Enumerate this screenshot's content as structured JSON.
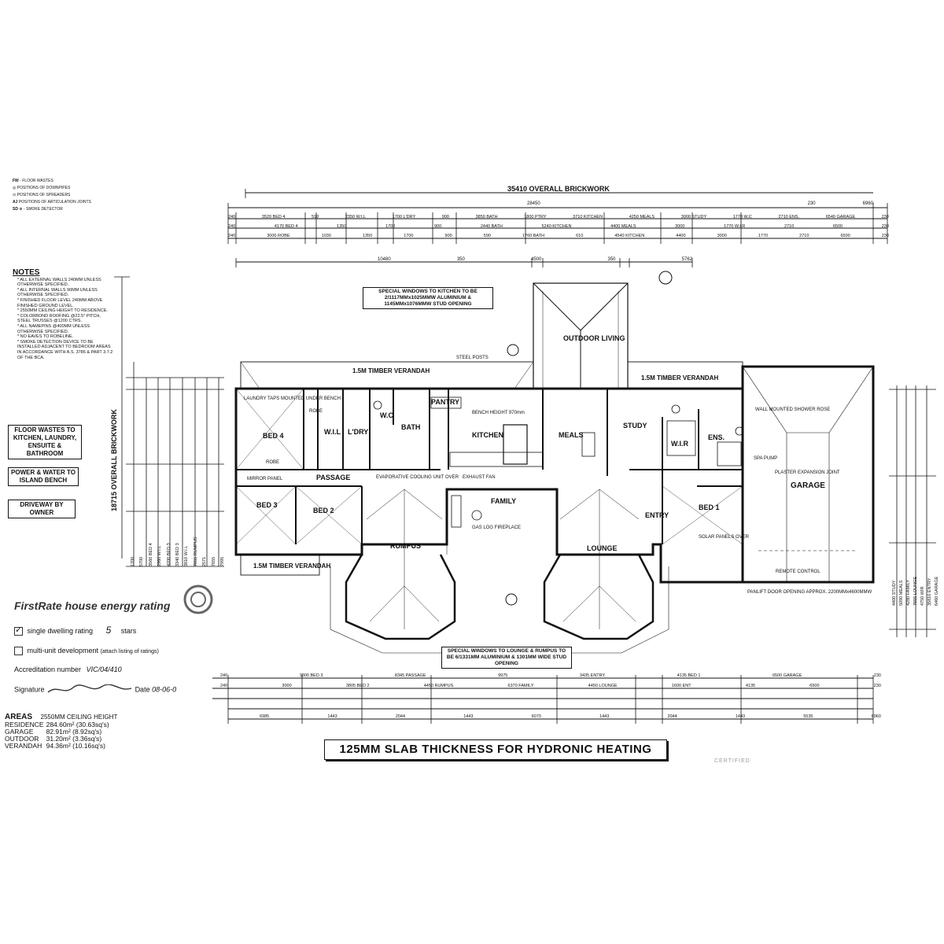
{
  "title": "125MM SLAB THICKNESS FOR HYDRONIC HEATING",
  "overall_brickwork": "35410 OVERALL BRICKWORK",
  "side_brickwork": "18715 OVERALL BRICKWORK",
  "legend_symbols": [
    {
      "code": "FW",
      "label": "FLOOR WASTES"
    },
    {
      "code": "",
      "label": "POSITIONS OF DOWNPIPES"
    },
    {
      "code": "",
      "label": "POSITIONS OF SPREADERS"
    },
    {
      "code": "AJ",
      "label": "POSITIONS OF ARTICULATION JOINTS"
    },
    {
      "code": "SD",
      "label": "SMOKE DETECTOR"
    }
  ],
  "notes": {
    "heading": "NOTES",
    "items": [
      "ALL EXTERNAL WALLS 240MM UNLESS OTHERWISE SPECIFIED.",
      "ALL INTERNAL WALLS 90MM UNLESS OTHERWISE SPECIFIED.",
      "FINISHED FLOOR LEVEL 240MM ABOVE FINISHED GROUND LEVEL.",
      "2550MM CEILING HEIGHT TO RESIDENCE.",
      "COLORBOND ROOFING @22.5° PITCH, STEEL TRUSSES @1200 CTRS.",
      "ALL NAMEPINS @400MM UNLESS OTHERWISE SPECIFIED.",
      "NO EAVES TO ROBELINE.",
      "SMOKE DETECTION DEVICE TO BE INSTALLED ADJACENT TO BEDROOM AREAS IN ACCORDANCE WITH A.S. 3786 & PART 3.7.2 OF THE BCA."
    ]
  },
  "side_boxes": [
    "FLOOR WASTES TO KITCHEN, LAUNDRY, ENSUITE & BATHROOM",
    "POWER & WATER TO ISLAND BENCH",
    "DRIVEWAY BY OWNER"
  ],
  "rooms": {
    "bed4": "BED 4",
    "wil": "W.I.L",
    "ldry": "L'DRY",
    "wc": "W.C",
    "bath": "BATH",
    "pantry": "PANTRY",
    "kitchen": "KITCHEN",
    "meals": "MEALS",
    "study": "STUDY",
    "wir": "W.I.R",
    "ens": "ENS.",
    "garage": "GARAGE",
    "passage": "PASSAGE",
    "family": "FAMILY",
    "bed3": "BED 3",
    "bed2": "BED 2",
    "rumpus": "RUMPUS",
    "lounge": "LOUNGE",
    "entry": "ENTRY",
    "bed1": "BED 1",
    "outdoor": "OUTDOOR LIVING",
    "robe": "ROBE",
    "robe2": "ROBE"
  },
  "labels": {
    "verandah_top": "1.5M TIMBER VERANDAH",
    "verandah_top_right": "1.5M TIMBER VERANDAH",
    "verandah_bottom": "1.5M TIMBER VERANDAH",
    "special_kitchen": "SPECIAL WINDOWS TO KITCHEN TO BE 2/1117MMx1025MMW ALUMINIUM & 1145MMx1076MMW STUD OPENING",
    "special_lounge": "SPECIAL WINDOWS TO LOUNGE & RUMPUS TO BE 6/1331MM ALUMINIUM & 1301MM WIDE STUD OPENING",
    "steel_posts": "STEEL POSTS",
    "gas_log": "GAS LOG FIREPLACE",
    "exhaust": "EXHAUST FAN",
    "evap": "EVAPORATIVE COOLING UNIT OVER",
    "bench": "BENCH HEIGHT 970mm",
    "laundry_taps": "LAUNDRY TAPS MOUNTED UNDER BENCH",
    "mirror": "MIRROR PANEL",
    "shower_rose": "WALL MOUNTED SHOWER ROSE",
    "plaster_joint": "PLASTER EXPANSION JOINT",
    "panlift": "PANLIFT DOOR OPENING APPROX. 2200MMx4600MMW",
    "remote": "REMOTE CONTROL",
    "solar": "SOLAR PANELS OVER",
    "spa": "SPA PUMP"
  },
  "top_dims": {
    "row1": [
      "240",
      "3520 BED 4",
      "510",
      "2350 W.I.L",
      "1700 L'DRY",
      "900",
      "3850 BATH",
      "1800 PTRY",
      "3710 KITCHEN",
      "4250 MEALS",
      "3000 STUDY",
      "1770 W.C",
      "2710 ENS.",
      "6540 GARAGE",
      "230"
    ],
    "row2": [
      "240",
      "4170 BED 4",
      "1350",
      "1700",
      "900",
      "2440 BATH",
      "5240 KITCHEN",
      "4400 MEALS",
      "3000",
      "1770 W.I.R",
      "2710",
      "6500",
      "230"
    ],
    "row3": [
      "240",
      "3000 ROBE",
      "1030",
      "1350",
      "1700",
      "900",
      "590",
      "1760 BATH",
      "610",
      "4540 KITCHEN",
      "4400",
      "3000",
      "1770",
      "2710",
      "6500",
      "230"
    ],
    "overall_row": [
      "10480",
      "350",
      "4500",
      "350",
      "5762"
    ],
    "sub": [
      "28450",
      "230",
      "6960"
    ]
  },
  "bottom_dims": {
    "row1": [
      "240",
      "3800 BED 3",
      "8345 PASSAGE",
      "9975",
      "3435 ENTRY",
      "4135 BED 1",
      "6500 GARAGE",
      "230"
    ],
    "row2": [
      "240",
      "3000",
      "3805 BED 2",
      "4450 RUMPUS",
      "6370 FAMILY",
      "4450 LOUNGE",
      "1600 ENT",
      "4135",
      "6500",
      "230"
    ],
    "row3": [
      "6985",
      "1443",
      "2044",
      "1443",
      "6070",
      "1443",
      "2044",
      "1443",
      "5535",
      "6960"
    ]
  },
  "firstrate": {
    "title": "FirstRate house energy rating",
    "single": "single dwelling rating",
    "single_value": "5",
    "stars": "stars",
    "multi": "multi-unit development",
    "multi_note": "(attach listing of ratings)",
    "accreditation_label": "Accreditation number",
    "accreditation_value": "VIC/04/410",
    "signature_label": "Signature",
    "date_label": "Date",
    "date_value": "08-06-0"
  },
  "areas": {
    "heading": "AREAS",
    "ceiling": "2550MM CEILING HEIGHT",
    "rows": [
      {
        "name": "RESIDENCE",
        "value": "284.60m² (30.63sq's)"
      },
      {
        "name": "GARAGE",
        "value": "82.91m² (8.92sq's)"
      },
      {
        "name": "OUTDOOR",
        "value": "31.20m² (3.36sq's)"
      },
      {
        "name": "VERANDAH",
        "value": "94.36m² (10.16sq's)"
      }
    ]
  },
  "right_vert_dims": [
    "4400 STUDY",
    "5090 MEALS",
    "4280 FAMILY",
    "7655 LOUNGE",
    "4750 WIR",
    "35810 ENTRY",
    "6460 GARAGE"
  ],
  "left_vert_dims": [
    "1700",
    "5700",
    "3560 BED 4",
    "2960 W.I.L",
    "4200 BED 3",
    "3340 BED 3",
    "3810 W.I.L",
    "7055 RUMPUS",
    "2571",
    "7655",
    "7995"
  ],
  "footer_stamp": "CERTIFIED"
}
